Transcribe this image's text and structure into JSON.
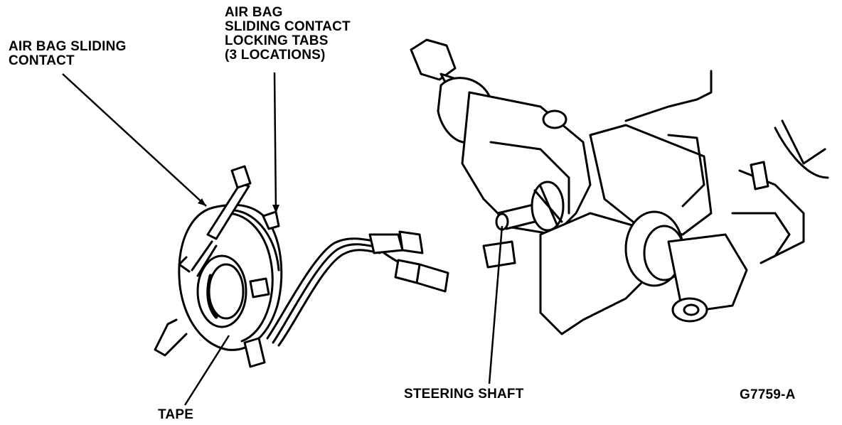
{
  "labels": {
    "sliding_contact": [
      "AIR BAG SLIDING",
      "CONTACT"
    ],
    "locking_tabs": [
      "AIR BAG",
      "SLIDING CONTACT",
      "LOCKING TABS",
      "(3 LOCATIONS)"
    ],
    "steering_shaft": "STEERING SHAFT",
    "tape": "TAPE",
    "figure_id": "G7759-A"
  },
  "colors": {
    "ink": "#000000",
    "paper": "#ffffff"
  }
}
